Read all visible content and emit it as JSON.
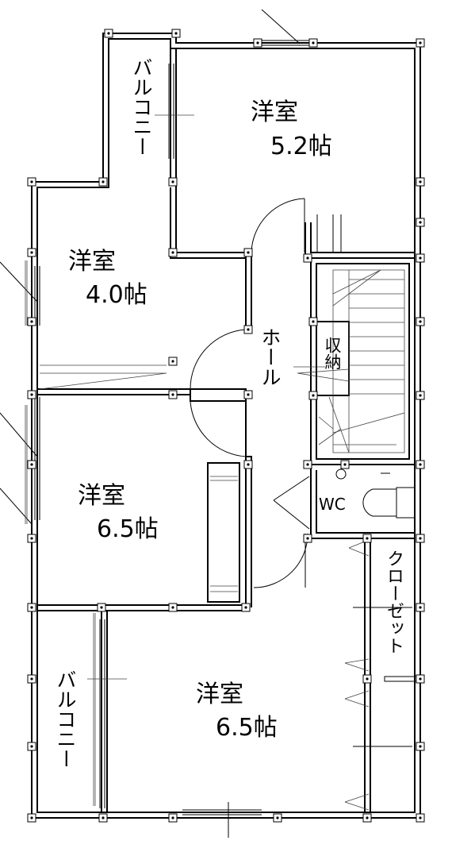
{
  "rooms": {
    "western_5_2": {
      "name": "洋室",
      "size": "5.2帖"
    },
    "western_4_0": {
      "name": "洋室",
      "size": "4.0帖"
    },
    "western_6_5_mid": {
      "name": "洋室",
      "size": "6.5帖"
    },
    "western_6_5_bottom": {
      "name": "洋室",
      "size": "6.5帖"
    }
  },
  "labels": {
    "balcony_top": "バルコニー",
    "balcony_bottom": "バルコニー",
    "hall": "ホール",
    "storage": "収納",
    "wc": "WC",
    "closet": "クローゼット"
  }
}
